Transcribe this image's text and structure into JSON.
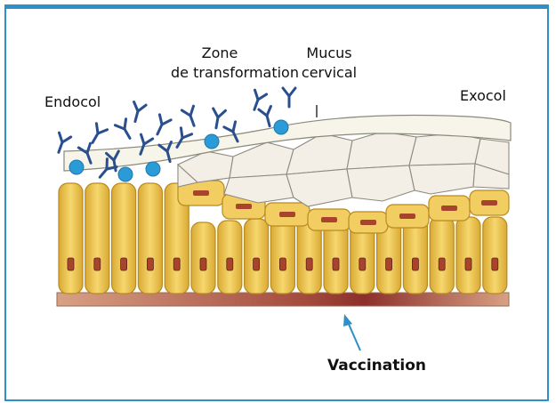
{
  "figure": {
    "labels": {
      "endocol": "Endocol",
      "zone_line1": "Zone",
      "zone_line2": "de transformation",
      "mucus_line1": "Mucus",
      "mucus_line2": "cervical",
      "exocol": "Exocol",
      "vaccination": "Vaccination"
    },
    "colors": {
      "frame": "#2f8fc6",
      "columnar_cell": "#f0c95a",
      "columnar_outline": "#b98a1e",
      "nucleus": "#a8432e",
      "squamous_cell": "#f3efe6",
      "mucus": "#f7f4ea",
      "antibody": "#2a4f8f",
      "antigen": "#2a9bd6",
      "arrow": "#2f8fc6",
      "basal_band": "#c07a5e"
    },
    "icons": [
      "antibody-icon",
      "antigen-icon",
      "arrow-icon"
    ]
  }
}
